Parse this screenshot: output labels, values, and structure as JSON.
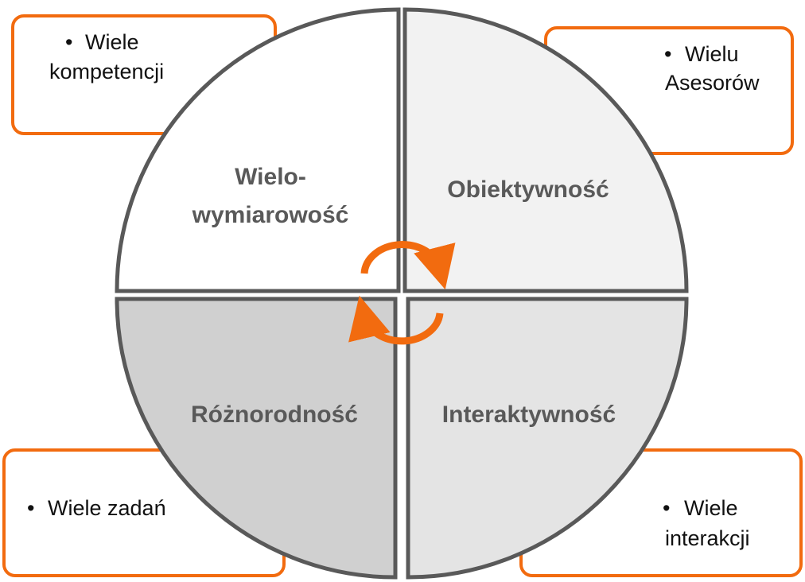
{
  "colors": {
    "accent": "#F26B0F",
    "outline": "#595959",
    "label_text": "#595959",
    "quadrant_top_left": "#FFFFFF",
    "quadrant_top_right": "#F2F2F2",
    "quadrant_bottom_left": "#D0D0D0",
    "quadrant_bottom_right": "#E4E4E4"
  },
  "quadrants": {
    "top_left": {
      "label_line1": "Wielo-",
      "label_line2": "wymiarowość"
    },
    "top_right": {
      "label": "Obiektywność"
    },
    "bottom_left": {
      "label": "Różnorodność"
    },
    "bottom_right": {
      "label": "Interaktywność"
    }
  },
  "callouts": {
    "top_left": {
      "bullet": "•",
      "line1": "Wiele",
      "line2": "kompetencji"
    },
    "top_right": {
      "bullet": "•",
      "line1": "Wielu",
      "line2": "Asesorów"
    },
    "bottom_left": {
      "bullet": "•",
      "line1": "Wiele zadań"
    },
    "bottom_right": {
      "bullet": "•",
      "line1": "Wiele",
      "line2": "interakcji"
    }
  },
  "center_icon": "cycle-arrows-icon"
}
